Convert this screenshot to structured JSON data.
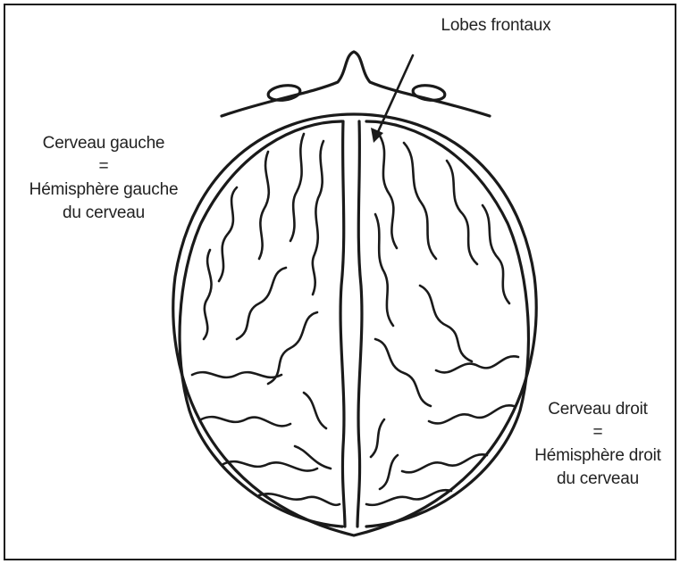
{
  "labels": {
    "frontal": "Lobes frontaux",
    "left": {
      "line1": "Cerveau gauche",
      "line2": "=",
      "line3": "Hémisphère gauche",
      "line4": "du cerveau"
    },
    "right": {
      "line1": "Cerveau droit",
      "line2": "=",
      "line3": "Hémisphère droit",
      "line4": "du cerveau"
    }
  },
  "colors": {
    "ink": "#1a1a1a",
    "background": "#ffffff"
  }
}
